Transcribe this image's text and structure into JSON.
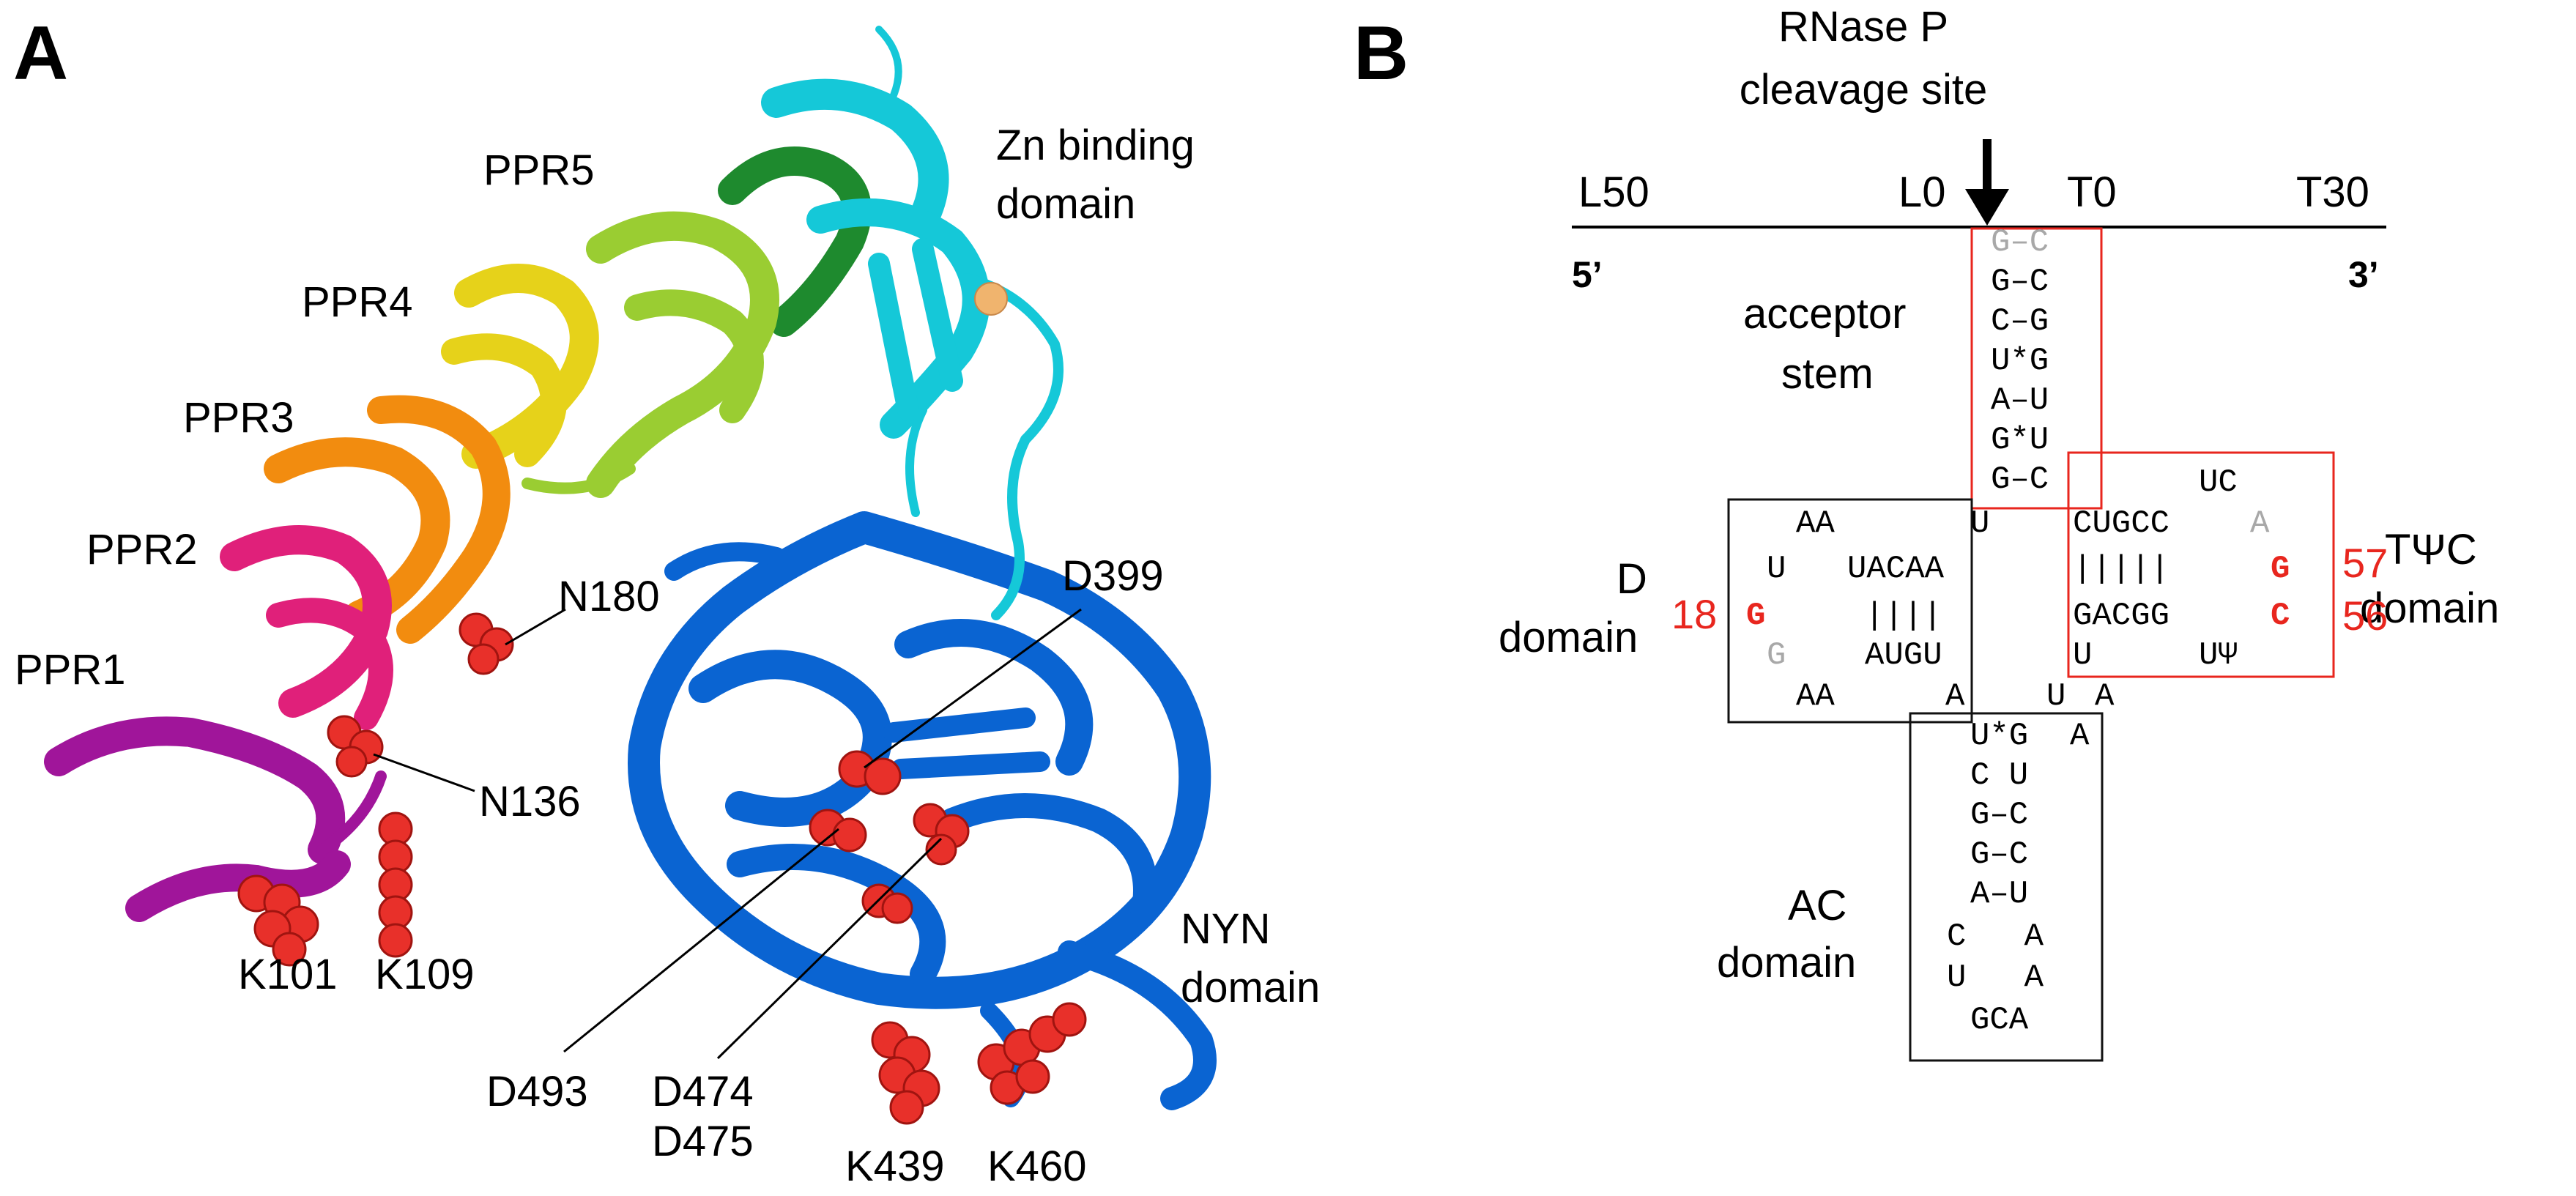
{
  "panel_a": {
    "letter": "A",
    "labels": {
      "ppr1": "PPR1",
      "ppr2": "PPR2",
      "ppr3": "PPR3",
      "ppr4": "PPR4",
      "ppr5": "PPR5",
      "zn_line1": "Zn binding",
      "zn_line2": "domain",
      "nyn_line1": "NYN",
      "nyn_line2": "domain",
      "n180": "N180",
      "n136": "N136",
      "k101": "K101",
      "k109": "K109",
      "d399": "D399",
      "d493": "D493",
      "d474": "D474",
      "d475": "D475",
      "k439": "K439",
      "k460": "K460"
    },
    "colors": {
      "ppr1": "#a0159a",
      "ppr2": "#e0207a",
      "ppr3": "#f28c0f",
      "ppr4": "#e6d21a",
      "ppr5": "#9acd32",
      "zn_dark": "#1e8a2e",
      "zn_domain": "#15c8d8",
      "nyn_domain": "#0a64d2",
      "residue_spheres": "#e8302a",
      "zinc_ion": "#f0b46e"
    }
  },
  "panel_b": {
    "letter": "B",
    "cleavage_line1": "RNase P",
    "cleavage_line2": "cleavage site",
    "ruler": {
      "l50": "L50",
      "l0": "L0",
      "t0": "T0",
      "t30": "T30",
      "five_prime": "5’",
      "three_prime": "3’"
    },
    "domain_labels": {
      "acceptor1": "acceptor",
      "acceptor2": "stem",
      "d1": "D",
      "d2": "domain",
      "tpc1": "TΨC",
      "tpc2": "domain",
      "ac1": "AC",
      "ac2": "domain"
    },
    "position_numbers": {
      "p18": "18",
      "p57": "57",
      "p56": "56"
    },
    "acceptor_pairs": [
      "G–C",
      "G–C",
      "C–G",
      "U*G",
      "A–U",
      "G*U",
      "G–C"
    ],
    "d_arm": {
      "aa_top": "AA",
      "u_left": "U",
      "uacaa": "UACAA",
      "g18": "G",
      "bars": "||||",
      "g_grey": "G",
      "augu": "AUGU",
      "aa_bottom": "AA",
      "a_right": "A"
    },
    "connector_u": "U",
    "tpsic_arm": {
      "uc": "UC",
      "cugcc": "CUGCC",
      "a_grey": "A",
      "bars": "|||||",
      "g57": "G",
      "gacgg": "GACGG",
      "c56": "C",
      "u_left": "U",
      "u_psi": "UΨ"
    },
    "variable_loop": {
      "u": "U",
      "a": "A"
    },
    "ac_arm": {
      "ug": "U*G",
      "a_right": "A",
      "c_u": "C U",
      "gc1": "G–C",
      "gc2": "G–C",
      "au": "A–U",
      "c_a": "C   A",
      "u_a": "U   A",
      "gca": "GCA"
    },
    "colors": {
      "highlight": "#e8261e",
      "grey": "#a8a8a8",
      "box_red": "#e8261e",
      "box_black": "#111111"
    }
  }
}
